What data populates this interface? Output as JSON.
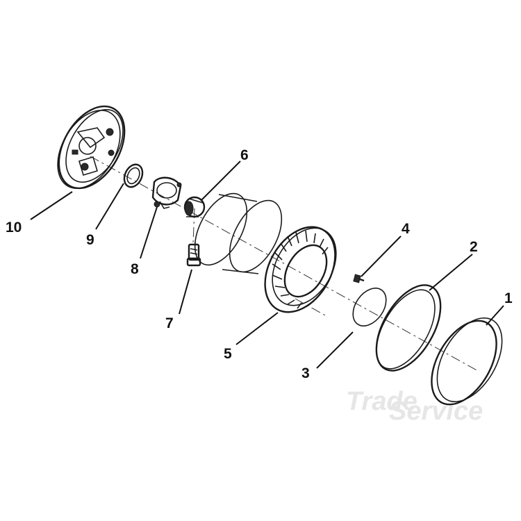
{
  "callouts": {
    "c1": "1",
    "c2": "2",
    "c3": "3",
    "c4": "4",
    "c5": "5",
    "c6": "6",
    "c7": "7",
    "c8": "8",
    "c9": "9",
    "c10": "10"
  },
  "watermark": {
    "line1": "Trade",
    "line2": "Service"
  },
  "colors": {
    "ink": "#1a1a1a",
    "watermark": "#e6e6e6",
    "background": "#ffffff"
  }
}
